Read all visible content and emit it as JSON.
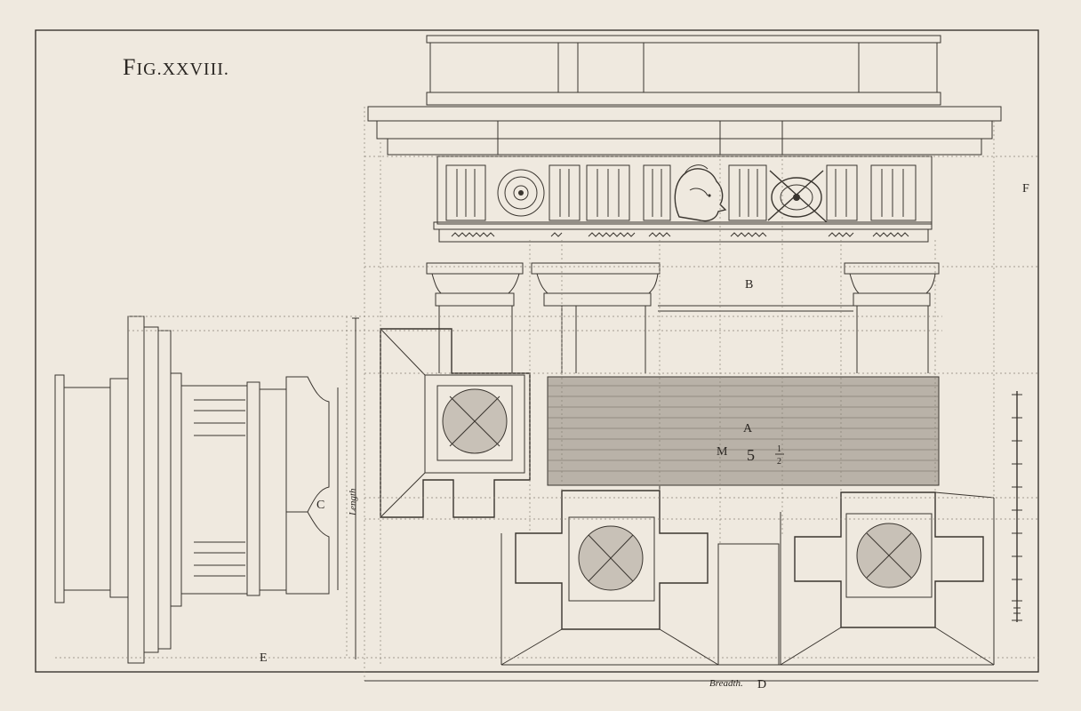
{
  "figure": {
    "title_initial": "F",
    "title_rest": "IG.XXVIII."
  },
  "labels": {
    "a": "A",
    "b": "B",
    "c": "C",
    "d": "D",
    "e": "E",
    "f": "F",
    "m": "M",
    "measure_whole": "5",
    "measure_num": "1",
    "measure_den": "2",
    "length": "Length",
    "breadth": "Breadth."
  },
  "colors": {
    "paper": "#efe9df",
    "ink": "#3a352f",
    "hatch": "#b9b2a8"
  }
}
